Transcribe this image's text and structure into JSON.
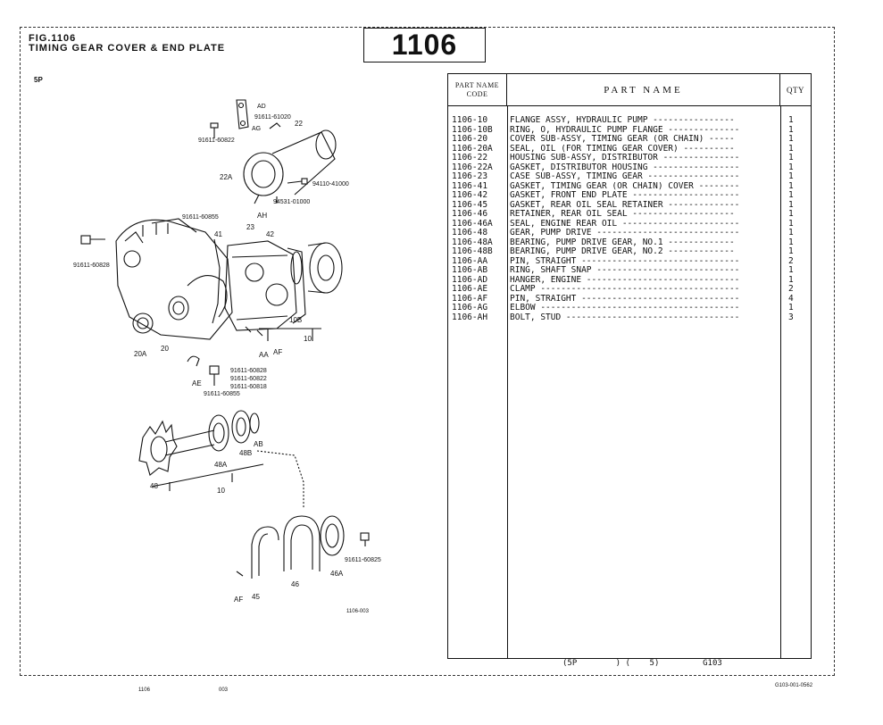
{
  "figure": {
    "label": "FIG.1106",
    "title": "TIMING GEAR COVER & END PLATE",
    "number": "1106",
    "model": "5P",
    "diagram_ref": "1106-003"
  },
  "callouts": {
    "ad": "AD",
    "p61020": "91611-61020",
    "p22": "22",
    "ag": "AG",
    "p60822a": "91611-60822",
    "p22a": "22A",
    "p41000": "94110-41000",
    "p01000": "94531-01000",
    "ah": "AH",
    "p60855a": "91611-60855",
    "p41": "41",
    "p23": "23",
    "p42": "42",
    "p60828a": "91611-60828",
    "p20a": "20A",
    "p20": "20",
    "p10b": "10B",
    "p10a": "10",
    "aa": "AA",
    "af1": "AF",
    "ae": "AE",
    "p60828b": "91611-60828",
    "p60822b": "91611-60822",
    "p60818": "91611-60818",
    "p60855b": "91611-60855",
    "ab": "AB",
    "p48b": "48B",
    "p48a": "48A",
    "p48": "48",
    "p10b2": "10",
    "p60825": "91611-60825",
    "p46a": "46A",
    "p46": "46",
    "af2": "AF",
    "p45": "45"
  },
  "table": {
    "header_code": "PART NAME CODE",
    "header_name": "PART  NAME",
    "header_qty": "QTY",
    "rows": [
      {
        "code": "1106-10",
        "name": "FLANGE ASSY, HYDRAULIC PUMP  ----------------",
        "qty": "1"
      },
      {
        "code": "1106-10B",
        "name": "RING, O, HYDRAULIC PUMP FLANGE  --------------",
        "qty": "1"
      },
      {
        "code": "1106-20",
        "name": "COVER SUB-ASSY, TIMING GEAR (OR CHAIN)  -----",
        "qty": "1"
      },
      {
        "code": "1106-20A",
        "name": "SEAL, OIL (FOR TIMING GEAR COVER)  ----------",
        "qty": "1"
      },
      {
        "code": "1106-22",
        "name": "HOUSING SUB-ASSY, DISTRIBUTOR  ---------------",
        "qty": "1"
      },
      {
        "code": "1106-22A",
        "name": "GASKET, DISTRIBUTOR HOUSING  -----------------",
        "qty": "1"
      },
      {
        "code": "1106-23",
        "name": "CASE SUB-ASSY, TIMING GEAR  ------------------",
        "qty": "1"
      },
      {
        "code": "1106-41",
        "name": "GASKET, TIMING GEAR (OR CHAIN) COVER  --------",
        "qty": "1"
      },
      {
        "code": "1106-42",
        "name": "GASKET, FRONT END PLATE  ---------------------",
        "qty": "1"
      },
      {
        "code": "1106-45",
        "name": "GASKET, REAR OIL SEAL RETAINER  --------------",
        "qty": "1"
      },
      {
        "code": "1106-46",
        "name": "RETAINER, REAR OIL SEAL  --------------------",
        "qty": "1"
      },
      {
        "code": "1106-46A",
        "name": "SEAL, ENGINE REAR OIL  -----------------------",
        "qty": "1"
      },
      {
        "code": "1106-48",
        "name": "GEAR, PUMP DRIVE  ----------------------------",
        "qty": "1"
      },
      {
        "code": "1106-48A",
        "name": "BEARING, PUMP DRIVE GEAR, NO.1  -------------",
        "qty": "1"
      },
      {
        "code": "1106-48B",
        "name": "BEARING, PUMP DRIVE GEAR, NO.2  -------------",
        "qty": "1"
      },
      {
        "code": "1106-AA",
        "name": "PIN, STRAIGHT  -------------------------------",
        "qty": "2"
      },
      {
        "code": "1106-AB",
        "name": "RING, SHAFT SNAP  ----------------------------",
        "qty": "1"
      },
      {
        "code": "1106-AD",
        "name": "HANGER, ENGINE  ------------------------------",
        "qty": "1"
      },
      {
        "code": "1106-AE",
        "name": "CLAMP  ---------------------------------------",
        "qty": "2"
      },
      {
        "code": "1106-AF",
        "name": "PIN, STRAIGHT  -------------------------------",
        "qty": "4"
      },
      {
        "code": "1106-AG",
        "name": "ELBOW  ---------------------------------------",
        "qty": "1"
      },
      {
        "code": "1106-AH",
        "name": "BOLT, STUD  ----------------------------------",
        "qty": "3"
      }
    ],
    "footer": "(5P        ) (    5)         G103"
  },
  "footer": {
    "left": "1106",
    "mid": "003",
    "right": "G103-001-0562"
  }
}
